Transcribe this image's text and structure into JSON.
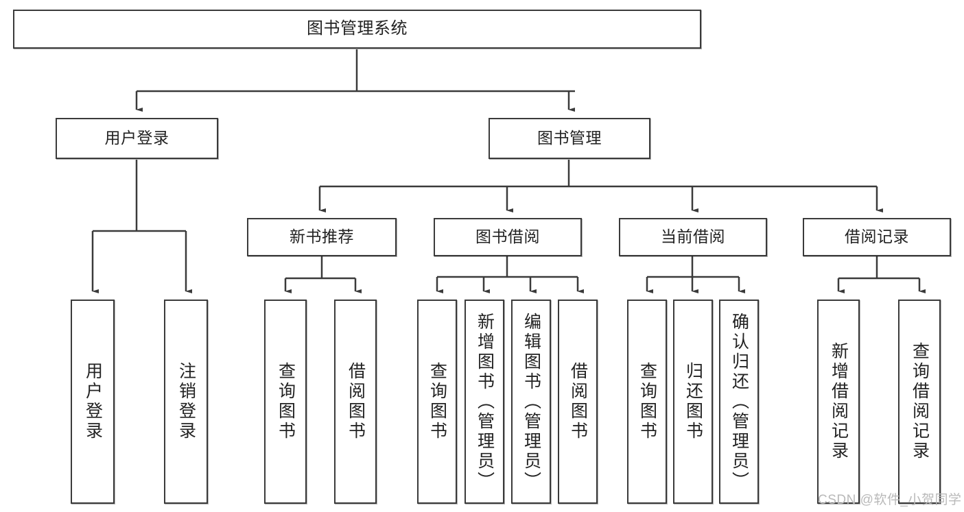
{
  "diagram": {
    "title": "图书管理系统",
    "type": "hierarchy-tree",
    "levels": 4,
    "root": {
      "label": "图书管理系统"
    },
    "level2": [
      {
        "label": "用户登录"
      },
      {
        "label": "图书管理"
      }
    ],
    "level3": [
      {
        "label": "新书推荐"
      },
      {
        "label": "图书借阅"
      },
      {
        "label": "当前借阅"
      },
      {
        "label": "借阅记录"
      }
    ],
    "leaves": {
      "user_login": [
        {
          "label": "用户登录"
        },
        {
          "label": "注销登录"
        }
      ],
      "new_book_recommend": [
        {
          "label": "查询图书"
        },
        {
          "label": "借阅图书"
        }
      ],
      "book_borrow": [
        {
          "label": "查询图书"
        },
        {
          "label": "新增图书（管理员）"
        },
        {
          "label": "编辑图书（管理员）"
        },
        {
          "label": "借阅图书"
        }
      ],
      "current_borrow": [
        {
          "label": "查询图书"
        },
        {
          "label": "归还图书"
        },
        {
          "label": "确认归还（管理员）"
        }
      ],
      "borrow_record": [
        {
          "label": "新增借阅记录"
        },
        {
          "label": "查询借阅记录"
        }
      ]
    }
  },
  "watermark": {
    "text": "CSDN @软件_小贺同学"
  },
  "colors": {
    "stroke": "#3a3a3a",
    "fill": "#ffffff",
    "text": "#222222",
    "watermark": "#b9b9b9"
  }
}
